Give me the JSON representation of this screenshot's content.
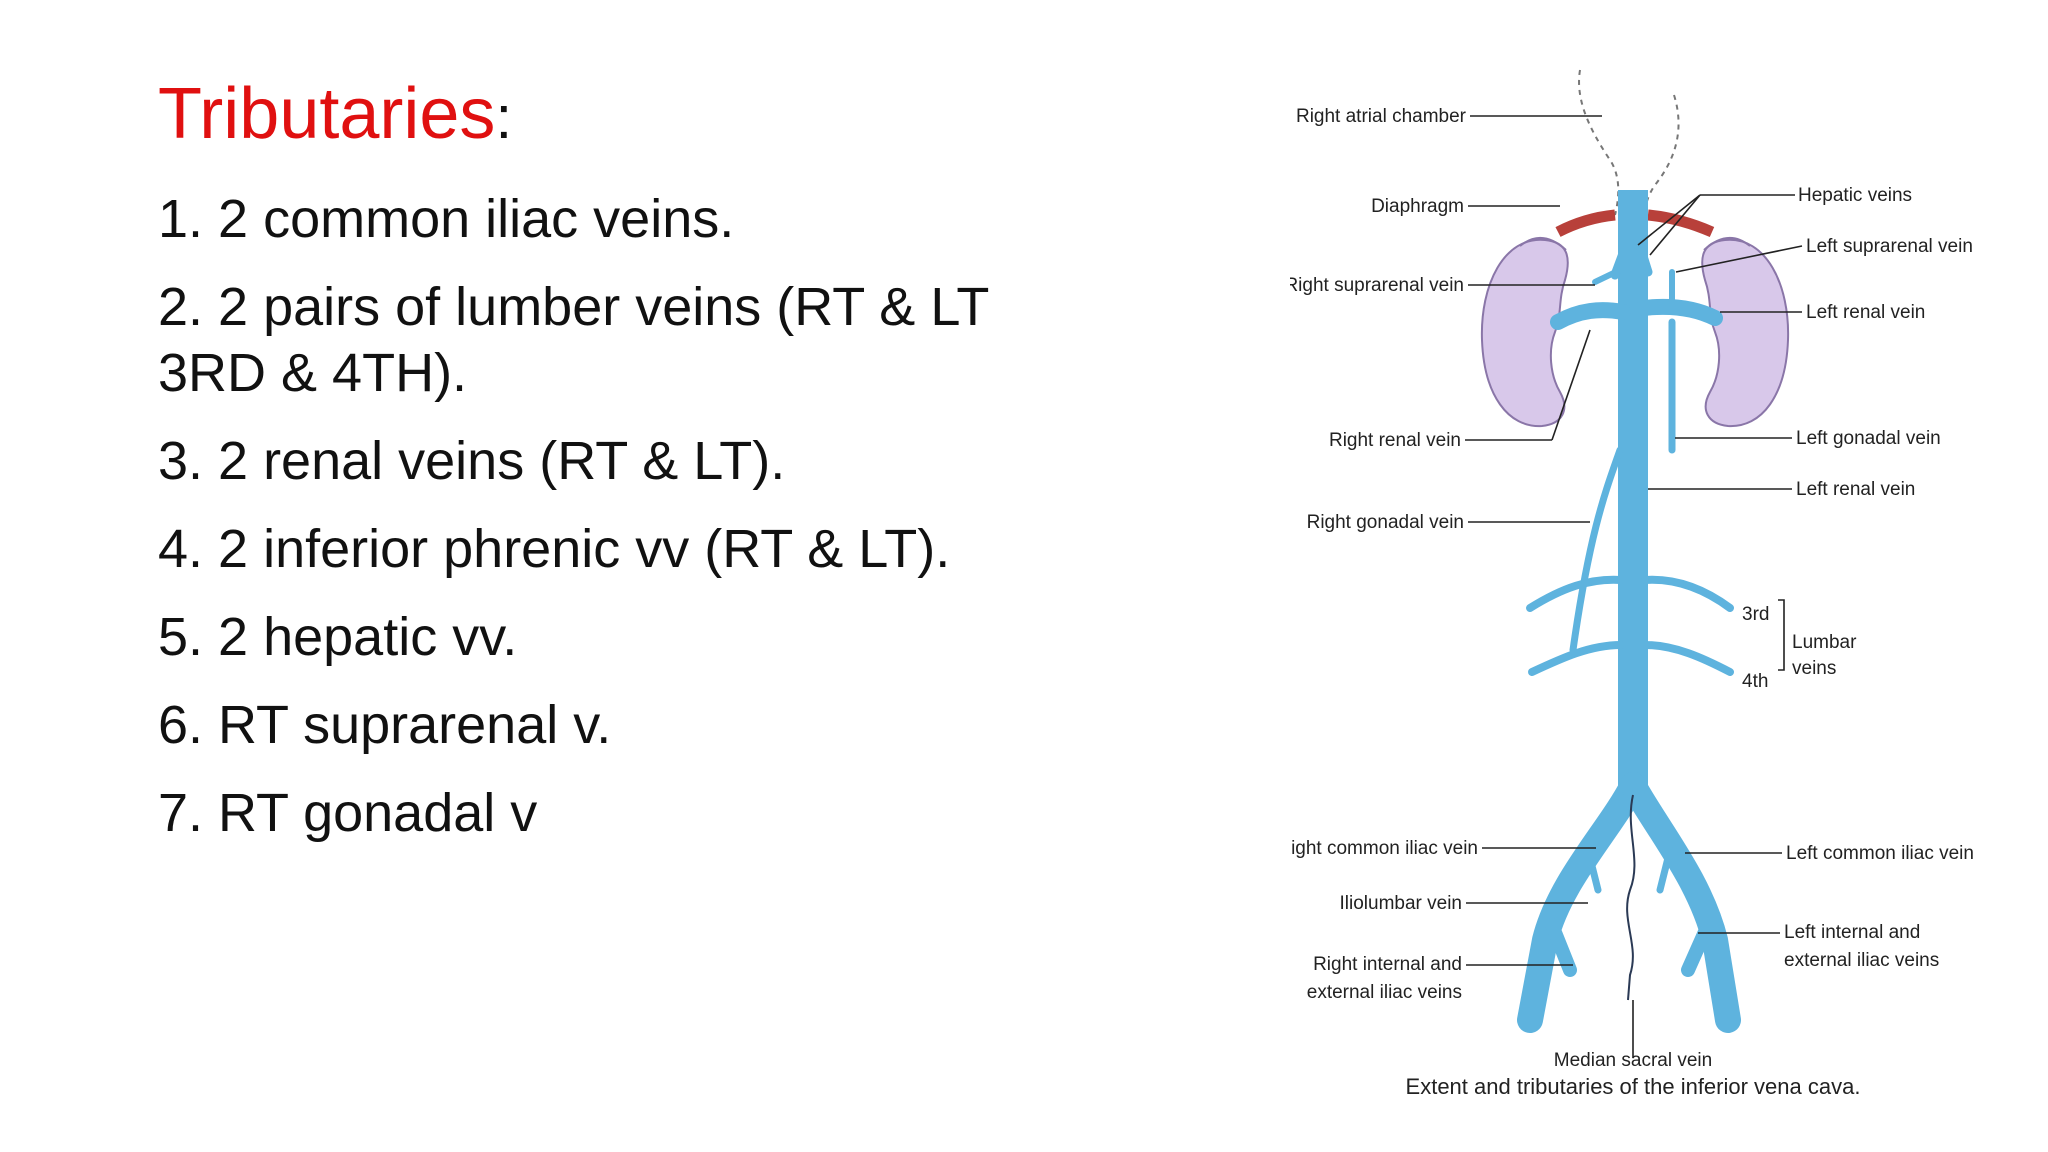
{
  "slide": {
    "title": "Tributaries",
    "title_colon": ":",
    "title_color": "#e01010",
    "items": [
      "1. 2 common iliac veins.",
      "2. 2 pairs of lumber veins (RT & LT 3RD & 4TH).",
      "3. 2 renal veins (RT & LT).",
      "4. 2 inferior phrenic vv (RT & LT).",
      "5. 2 hepatic vv.",
      "6. RT suprarenal v.",
      "7. RT gonadal v"
    ]
  },
  "diagram": {
    "vein_color": "#5eb3de",
    "kidney_color": "#d8c8ea",
    "diaphragm_color": "#b8403a",
    "labels": {
      "right_atrial_chamber": "Right atrial chamber",
      "diaphragm": "Diaphragm",
      "right_suprarenal_vein": "Right suprarenal vein",
      "right_renal_vein": "Right renal vein",
      "right_gonadal_vein": "Right gonadal vein",
      "hepatic_veins": "Hepatic veins",
      "left_suprarenal_vein": "Left suprarenal vein",
      "left_renal_vein_1": "Left renal vein",
      "left_gonadal_vein": "Left gonadal vein",
      "left_renal_vein_2": "Left renal vein",
      "lumbar_3rd": "3rd",
      "lumbar_4th": "4th",
      "lumbar": "Lumbar",
      "veins": "veins",
      "right_common_iliac_vein": "Right common iliac vein",
      "iliolumbar_vein": "Iliolumbar vein",
      "right_internal_line1": "Right internal and",
      "right_internal_line2": "external iliac veins",
      "left_common_iliac_vein": "Left common iliac vein",
      "left_internal_line1": "Left internal and",
      "left_internal_line2": "external iliac veins",
      "median_sacral_vein": "Median sacral vein"
    },
    "caption": "Extent and tributaries of the inferior vena cava."
  }
}
